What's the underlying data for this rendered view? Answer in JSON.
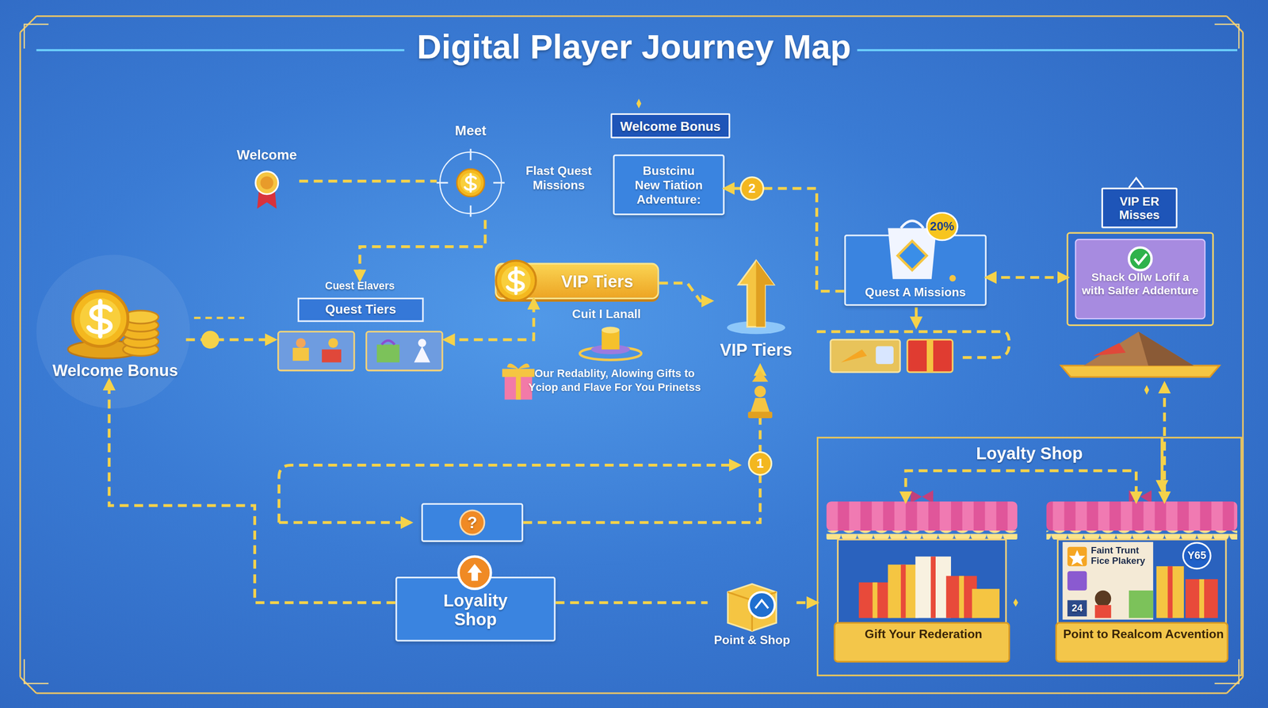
{
  "diagram": {
    "title": "Digital Player Journey Map",
    "nodes": [
      {
        "text": [
          "Welcome"
        ]
      },
      {
        "text": [
          "Meet",
          "Flast Quest Missions"
        ]
      },
      {
        "text": [
          "Welcome Bonus"
        ]
      },
      {
        "text": [
          "Bustcinu New Tiation Adventure:"
        ]
      },
      {
        "text": [
          "Welcome Bonus"
        ]
      },
      {
        "text": [
          "Cuest Elavers",
          "Quest Tiers"
        ]
      },
      {
        "text": [
          "VIP Tiers"
        ]
      },
      {
        "text": [
          "VIP Tiers"
        ]
      },
      {
        "text": [
          "Quest A Missions"
        ]
      },
      {
        "text": [
          "VIP ER Misses"
        ]
      },
      {
        "text": [
          "Shack Ollw Lofif a with Salfer Addenture"
        ]
      },
      {
        "text": [
          "?"
        ]
      },
      {
        "text": [
          "Loyality Shop"
        ]
      },
      {
        "text": [
          "Point & Shop"
        ]
      },
      {
        "text": [
          "Loyalty Shop"
        ]
      },
      {
        "text": [
          "Gift Your Rederation"
        ],
        "in": 14
      },
      {
        "text": [
          "Point to Realcom Acvention"
        ],
        "in": 14
      }
    ],
    "edges": [
      {
        "from": 0,
        "to": 1,
        "arrow": "none"
      },
      {
        "from": 1,
        "to": 5,
        "arrow": "to"
      },
      {
        "from": 4,
        "to": 5,
        "arrow": "to"
      },
      {
        "from": 5,
        "to": 6,
        "arrow": "both"
      },
      {
        "from": 6,
        "to": 7,
        "arrow": "to"
      },
      {
        "from": 8,
        "to": 3,
        "label": "2",
        "arrow": "to"
      },
      {
        "from": 8,
        "to": 10,
        "arrow": "both"
      },
      {
        "from": 12,
        "to": 4,
        "arrow": "to"
      },
      {
        "from": 11,
        "to": 7,
        "label": "1",
        "arrow": "to"
      },
      {
        "from": 12,
        "to": 13,
        "arrow": "none"
      },
      {
        "from": 13,
        "to": 14,
        "arrow": "to"
      },
      {
        "from": 10,
        "to": 16,
        "arrow": "both"
      },
      {
        "from": 15,
        "to": 16,
        "arrow": "both"
      }
    ],
    "labels": [
      "20%",
      "Cuit I Lanall",
      "Our Redablity, Alowing Gifts to Yciop and Flave For You Prinetss",
      "Faint Trunt Fice Plakery",
      "Y65",
      "24"
    ]
  }
}
